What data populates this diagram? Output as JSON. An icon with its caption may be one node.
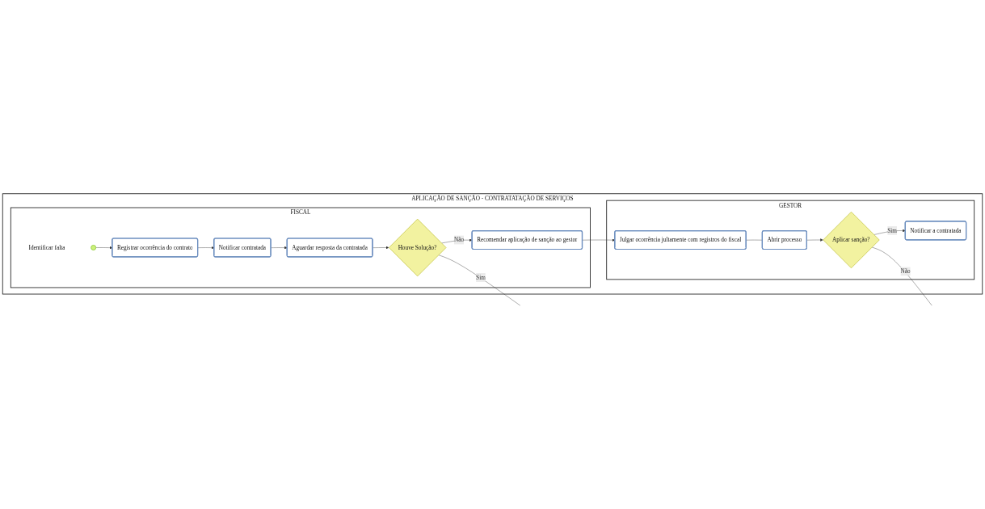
{
  "diagram": {
    "nodes": [
      {
        "text": [
          "APLICAÇÃO DE SANÇÃO - CONTRATATAÇÃO DE SERVIÇOS"
        ]
      },
      {
        "text": [
          "GESTOR"
        ],
        "in": 0
      },
      {
        "text": [
          "FISCAL"
        ],
        "in": 0
      },
      {
        "text": [
          "Identificar falta"
        ],
        "in": 2
      },
      {
        "text": [
          "Registrar ocorrência do contrato"
        ],
        "in": 2
      },
      {
        "text": [
          "Notificar contratada"
        ],
        "in": 2
      },
      {
        "text": [
          "Aguardar resposta da contratada"
        ],
        "in": 2
      },
      {
        "text": [
          "Houve Solução?"
        ],
        "in": 2
      },
      {
        "text": [
          "Recomendar aplicação de sanção ao gestor"
        ],
        "in": 2
      },
      {
        "text": [
          "Julgar ocorrência jultamente com registros do fiscal"
        ],
        "in": 1
      },
      {
        "text": [
          "Abrir processo"
        ],
        "in": 1
      },
      {
        "text": [
          "Aplicar sanção?"
        ],
        "in": 1
      },
      {
        "text": [
          "Notificar a contratada"
        ],
        "in": 1
      }
    ],
    "edges": [
      {
        "from": 3,
        "to": 4,
        "arrow": "to"
      },
      {
        "from": 4,
        "to": 5,
        "arrow": "to"
      },
      {
        "from": 5,
        "to": 6,
        "arrow": "to"
      },
      {
        "from": 6,
        "to": 7,
        "arrow": "to"
      },
      {
        "from": 7,
        "to": 8,
        "arrow": "to",
        "label": "Não"
      },
      {
        "from": 7,
        "to": null,
        "arrow": "none",
        "label": "Sim"
      },
      {
        "from": 8,
        "to": 9,
        "arrow": "to"
      },
      {
        "from": 9,
        "to": 10,
        "arrow": "none"
      },
      {
        "from": 10,
        "to": 11,
        "arrow": "to"
      },
      {
        "from": 11,
        "to": null,
        "arrow": "none",
        "label": "Não"
      },
      {
        "from": 11,
        "to": 12,
        "arrow": "to",
        "label": "Sim"
      }
    ]
  }
}
